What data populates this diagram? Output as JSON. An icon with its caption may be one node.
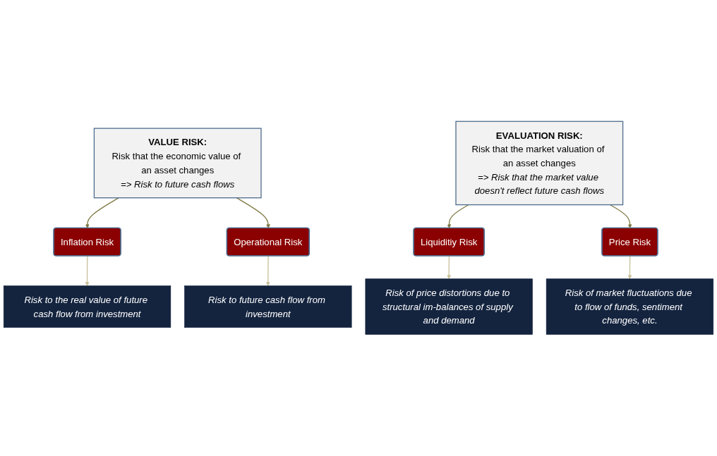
{
  "diagram": {
    "nodes": [
      {
        "text": [
          "VALUE RISK:",
          "Risk that the economic value of an asset changes",
          "=> Risk to future cash flows"
        ]
      },
      {
        "text": [
          "EVALUATION RISK:",
          "Risk that the market valuation of an asset changes",
          "=> Risk that the market value doesn't reflect future cash flows"
        ]
      },
      {
        "text": [
          "Inflation Risk"
        ]
      },
      {
        "text": [
          "Operational Risk"
        ]
      },
      {
        "text": [
          "Liquiditiy Risk"
        ]
      },
      {
        "text": [
          "Price Risk"
        ]
      },
      {
        "text": [
          "Risk to the real value of future cash flow from investment"
        ]
      },
      {
        "text": [
          "Risk to future cash flow from investment"
        ]
      },
      {
        "text": [
          "Risk of price distortions due to structural im-balances of supply and demand"
        ]
      },
      {
        "text": [
          "Risk of market fluctuations due to flow of funds, sentiment changes, etc."
        ]
      }
    ],
    "edges": [
      {
        "from": 0,
        "to": 2,
        "arrow": "to",
        "color": "#7f7a45"
      },
      {
        "from": 0,
        "to": 3,
        "arrow": "to",
        "color": "#7f7a45"
      },
      {
        "from": 1,
        "to": 4,
        "arrow": "to",
        "color": "#7f7a45"
      },
      {
        "from": 1,
        "to": 5,
        "arrow": "to",
        "color": "#7f7a45"
      },
      {
        "from": 2,
        "to": 6,
        "arrow": "to",
        "color": "#c8c09a"
      },
      {
        "from": 3,
        "to": 7,
        "arrow": "to",
        "color": "#c8c09a"
      },
      {
        "from": 4,
        "to": 8,
        "arrow": "to",
        "color": "#c8c09a"
      },
      {
        "from": 5,
        "to": 9,
        "arrow": "to",
        "color": "#c8c09a"
      }
    ]
  }
}
